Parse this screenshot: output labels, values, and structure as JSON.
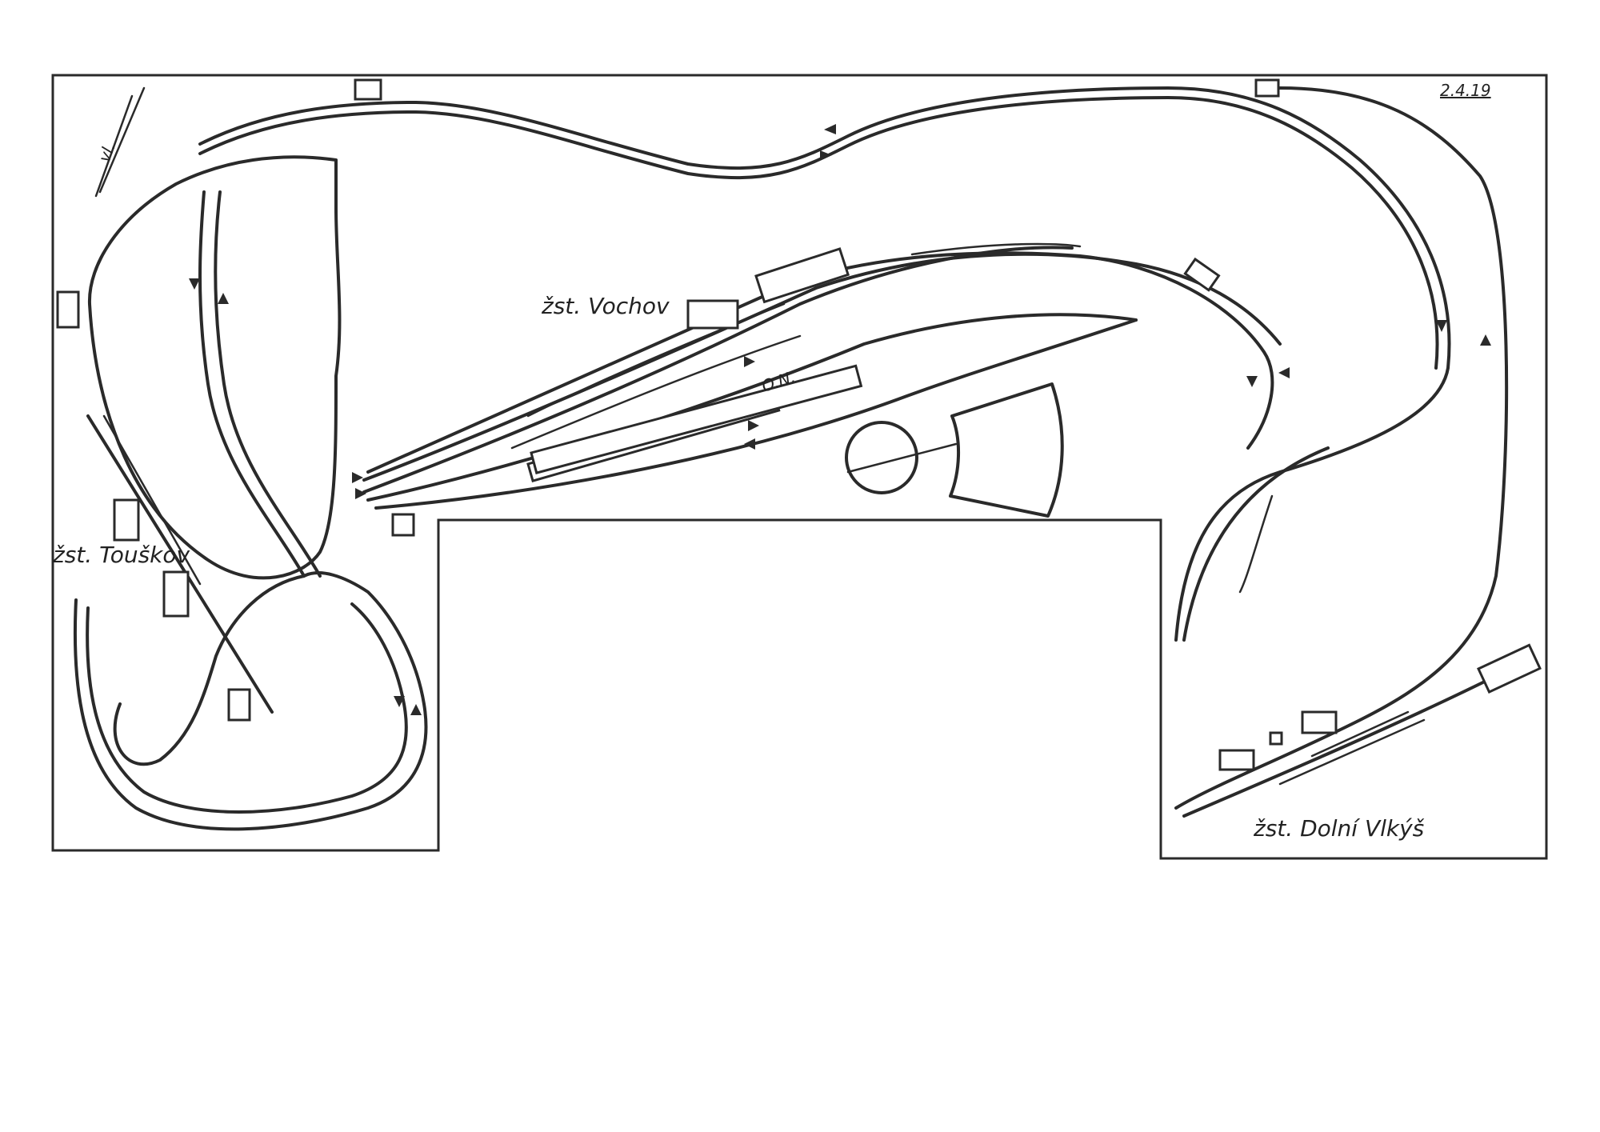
{
  "labels": {
    "station_touskov": "žst. Touškov",
    "station_vochov": "žst. Vochov",
    "station_dolni_vlkys": "žst. Dolní Vlkýš",
    "siding_vl": "vl.",
    "depot_on": "O.N.",
    "date_mark": "2.4.19"
  },
  "colors": {
    "ink": "#2a2a2a",
    "paper": "#ffffff"
  }
}
